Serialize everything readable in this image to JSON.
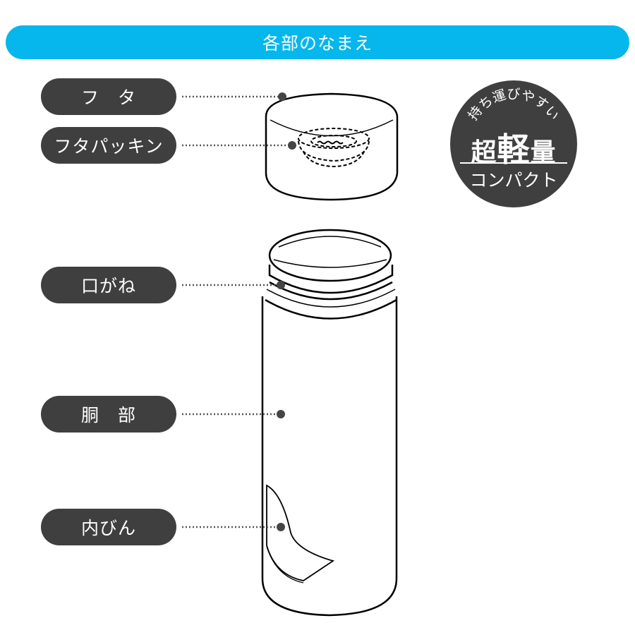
{
  "header": {
    "title": "各部のなまえ",
    "color": "#05b7ec"
  },
  "parts": [
    {
      "label": "フ　タ",
      "id": "lid"
    },
    {
      "label": "フタパッキン",
      "id": "lid-gasket"
    },
    {
      "label": "口がね",
      "id": "mouth-ring"
    },
    {
      "label": "胴　部",
      "id": "body"
    },
    {
      "label": "内びん",
      "id": "inner-bottle"
    }
  ],
  "badge": {
    "arc_text": "持ち運びやすい",
    "main_prefix": "超",
    "main_big": "軽",
    "main_suffix": "量",
    "sub": "コンパクト"
  },
  "colors": {
    "pill": "#3f3f3f",
    "line": "#000000"
  }
}
